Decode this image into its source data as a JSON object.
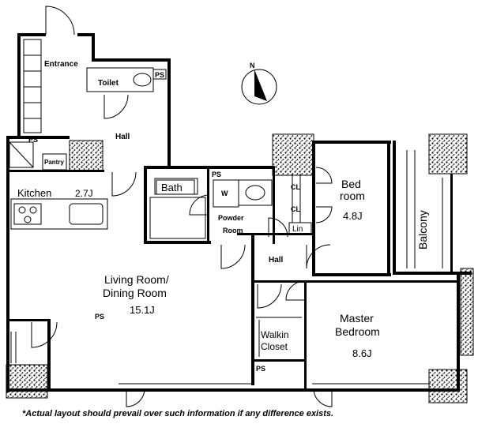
{
  "rooms": {
    "entrance": "Entrance",
    "toilet": "Toilet",
    "hall_upper": "Hall",
    "pantry": "Pantry",
    "kitchen": "Kitchen",
    "kitchen_size": "2.7J",
    "bath": "Bath",
    "powder_room_line1": "Powder",
    "powder_room_line2": "Room",
    "lin": "Lin",
    "hall_lower": "Hall",
    "bedroom_line1": "Bed",
    "bedroom_line2": "room",
    "bedroom_size": "4.8J",
    "balcony": "Balcony",
    "living_line1": "Living Room/",
    "living_line2": "Dining Room",
    "living_size": "15.1J",
    "walkin_line1": "Walkin",
    "walkin_line2": "Closet",
    "master_line1": "Master",
    "master_line2": "Bedroom",
    "master_size": "8.6J"
  },
  "fixtures": {
    "ps": "PS",
    "clo": "CL",
    "washer": "W",
    "north": "N"
  },
  "footnote": "*Actual layout should prevail over such information if any difference exists."
}
